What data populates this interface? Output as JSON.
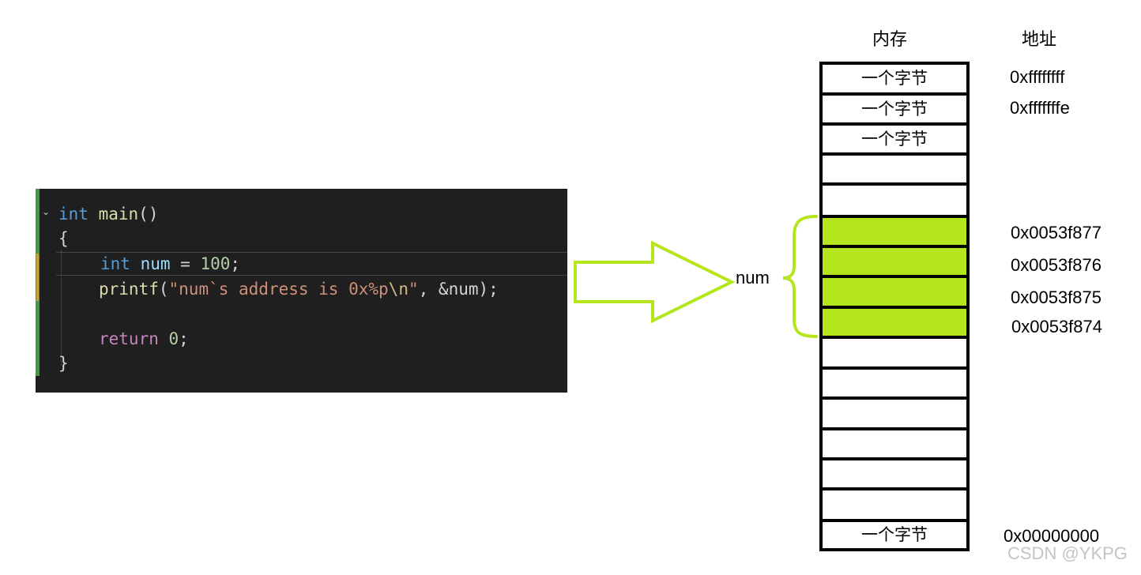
{
  "code": {
    "line1": {
      "keyword": "int",
      "func": "main",
      "rest": "()"
    },
    "line2": {
      "text": "{"
    },
    "line3": {
      "keyword": "int",
      "ident": "num",
      "op": " = ",
      "number": "100",
      "end": ";"
    },
    "line4": {
      "func": "printf",
      "open": "(",
      "string1": "\"num`s address is 0x%p",
      "escape": "\\n",
      "string2": "\"",
      "sep": ", &",
      "ident": "num",
      "close": ");"
    },
    "line5": {
      "keyword": "return",
      "number": "0",
      "end": ";"
    },
    "line6": {
      "text": "}"
    }
  },
  "pointer_label": "num",
  "headers": {
    "memory": "内存",
    "address": "地址"
  },
  "cells": [
    {
      "label": "一个字节",
      "highlight": false
    },
    {
      "label": "一个字节",
      "highlight": false
    },
    {
      "label": "一个字节",
      "highlight": false
    },
    {
      "label": "",
      "highlight": false
    },
    {
      "label": "",
      "highlight": false
    },
    {
      "label": "",
      "highlight": true
    },
    {
      "label": "",
      "highlight": true
    },
    {
      "label": "",
      "highlight": true
    },
    {
      "label": "",
      "highlight": true
    },
    {
      "label": "",
      "highlight": false
    },
    {
      "label": "",
      "highlight": false
    },
    {
      "label": "",
      "highlight": false
    },
    {
      "label": "",
      "highlight": false
    },
    {
      "label": "",
      "highlight": false
    },
    {
      "label": "",
      "highlight": false
    },
    {
      "label": "一个字节",
      "highlight": false
    }
  ],
  "addresses": {
    "top1": "0xffffffff",
    "top2": "0xfffffffe",
    "num_b3": "0x0053f877",
    "num_b2": "0x0053f876",
    "num_b1": "0x0053f875",
    "num_b0": "0x0053f874",
    "bottom": "0x00000000"
  },
  "colors": {
    "highlight": "#b5e61d",
    "arrow": "#b5e61d",
    "editor_bg": "#1f1f1f"
  },
  "watermark": "CSDN @YKPG"
}
